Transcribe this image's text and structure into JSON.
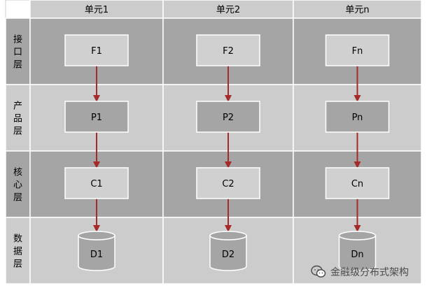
{
  "diagram": {
    "columns": [
      "单元1",
      "单元2",
      "单元n"
    ],
    "layers": [
      {
        "label": "接口层",
        "nodes": [
          "F1",
          "F2",
          "Fn"
        ]
      },
      {
        "label": "产品层",
        "nodes": [
          "P1",
          "P2",
          "Pn"
        ]
      },
      {
        "label": "核心层",
        "nodes": [
          "C1",
          "C2",
          "Cn"
        ]
      },
      {
        "label": "数据层",
        "nodes": [
          "D1",
          "D2",
          "Dn"
        ],
        "shape": "cylinder"
      }
    ],
    "colors": {
      "dark_band": "#a5a5a5",
      "light_band": "#cccccc",
      "dark_box": "#a5a5a5",
      "light_box": "#d0d0d0",
      "arrow": "#a52a2a",
      "border": "#ffffff",
      "text": "#000000"
    }
  },
  "watermark": {
    "text": "金融级分布式架构",
    "icon": "wechat-icon"
  }
}
